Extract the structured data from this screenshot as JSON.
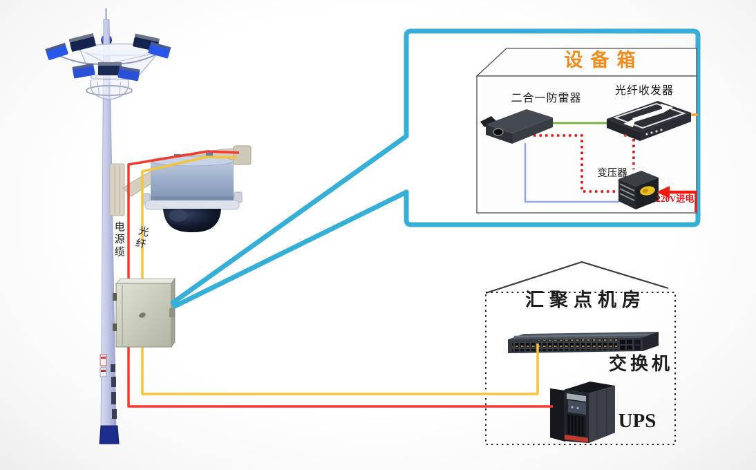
{
  "diagram": {
    "camera_pole": {
      "power_cable_label": "电源缆",
      "fiber_label": "光纤"
    },
    "equipment_box": {
      "title": "设备箱",
      "lightning_protector_label": "二合一防雷器",
      "fiber_transceiver_label": "光纤收发器",
      "transformer_label": "变压器",
      "mains_label": "220V进电"
    },
    "machine_room": {
      "title": "汇聚点机房",
      "switch_label": "交换机",
      "ups_label": "UPS"
    }
  },
  "colors": {
    "callout": "#35afd8",
    "power_line": "#f3392b",
    "fiber_line": "#f6c33c",
    "ethernet_line": "#79b442",
    "dc_line": "#93a9e6",
    "mains_dashed": "#e81212",
    "box_title": "#f08c1e"
  }
}
